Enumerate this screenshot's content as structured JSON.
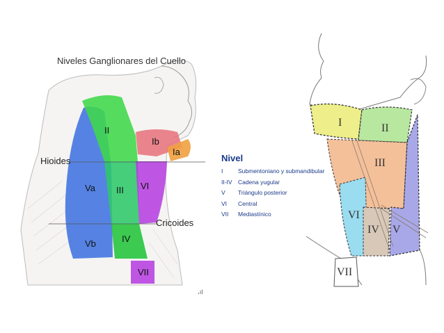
{
  "title": "Niveles Ganglionares del Cuello",
  "landmarks": {
    "hyoid": "Hioides",
    "cricoid": "Cricoides"
  },
  "left_levels": {
    "II": "II",
    "Ib": "Ib",
    "Ia": "Ia",
    "Va": "Va",
    "III": "III",
    "VI": "VI",
    "Vb": "Vb",
    "IV": "IV",
    "VII": "VII"
  },
  "legend": {
    "title": "Nivel",
    "rows": [
      {
        "code": "I",
        "text": "Submentoniano y submandibular"
      },
      {
        "code": "II-IV",
        "text": "Cadena yugular"
      },
      {
        "code": "V",
        "text": "Triángulo posterior"
      },
      {
        "code": "VI",
        "text": "Central"
      },
      {
        "code": "VII",
        "text": "Mediastínico"
      }
    ]
  },
  "right_levels": {
    "I": "I",
    "II": "II",
    "III": "III",
    "VI": "VI",
    "IV": "IV",
    "V": "V",
    "VII": "VII"
  },
  "footmark": "،ıl",
  "colors": {
    "II": "#3fd84a",
    "III": "#2ec86a",
    "IV": "#22c43a",
    "V": "#3a6fe0",
    "VI": "#b43ae0",
    "VII": "#b43ae0",
    "Ib": "#e8707a",
    "Ia": "#f0a040",
    "legend": "#1b3a8a",
    "r_I": "#eeee8a",
    "r_II": "#b8e8a0",
    "r_III": "#f4c09a",
    "r_VI": "#9adcf0",
    "r_IV": "#d8c8b8",
    "r_V": "#a8a8e8"
  }
}
